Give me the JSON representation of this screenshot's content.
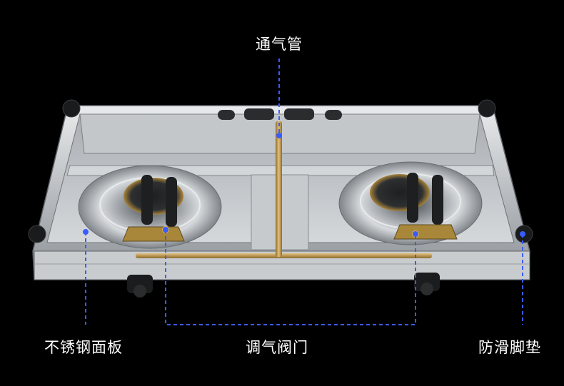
{
  "labels": {
    "gas_pipe": "通气管",
    "stainless_panel": "不锈钢面板",
    "adjust_valve": "调气阀门",
    "anti_slip_feet": "防滑脚垫"
  },
  "colors": {
    "background": "#000000",
    "callout": "#3a5cff",
    "steel_light": "#d8dadc",
    "steel_dark": "#6f7378",
    "brass": "#b8913a",
    "copper_pipe": "#c8a060"
  },
  "icons": {
    "foot": "rubber-foot-icon",
    "knob": "valve-knob-icon"
  }
}
